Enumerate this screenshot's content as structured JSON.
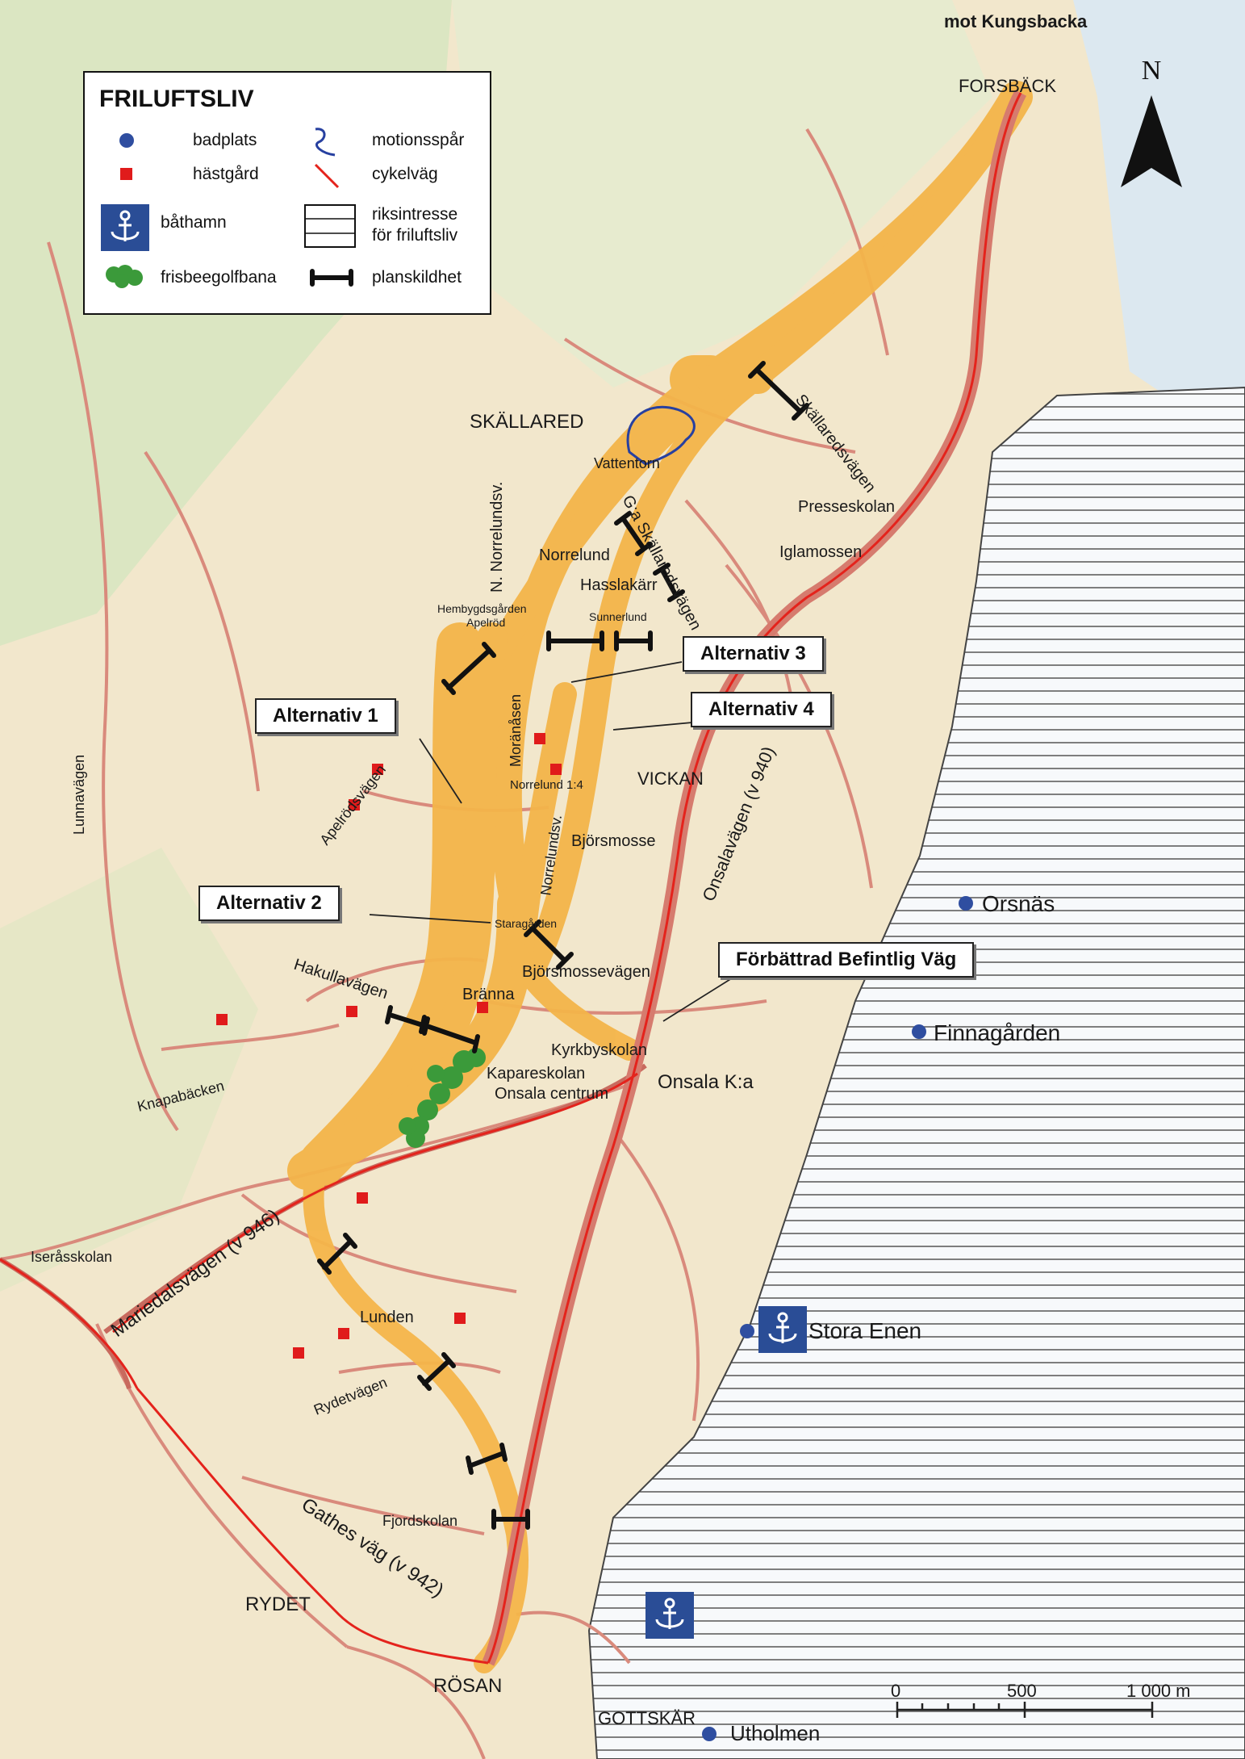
{
  "legend": {
    "title": "FRILUFTSLIV",
    "items": {
      "badplats": "badplats",
      "hastgard": "hästgård",
      "bathamn": "båthamn",
      "frisbee": "frisbeegolfbana",
      "motionsspar": "motionsspår",
      "cykelvag": "cykelväg",
      "riksintresse_1": "riksintresse",
      "riksintresse_2": "för friluftsliv",
      "planskildhet": "planskildhet"
    }
  },
  "north_label": "N",
  "callouts": {
    "alt1": "Alternativ 1",
    "alt2": "Alternativ 2",
    "alt3": "Alternativ 3",
    "alt4": "Alternativ 4",
    "forbattrad": "Förbättrad Befintlig Väg"
  },
  "places": {
    "mot_kungsbacka": "mot Kungsbacka",
    "forsback": "FORSBÄCK",
    "skallared": "SKÄLLARED",
    "vattentorn": "Vattentorn",
    "skalaredsvagen": "Skällaredsvägen",
    "presseskolan": "Presseskolan",
    "iglamossen": "Iglamossen",
    "norrelund": "Norrelund",
    "ga_skalaredsvagen": "G:a Skällaredsvägen",
    "hasslakarr": "Hasslakärr",
    "n_norrelundsv": "N. Norrelundsv.",
    "hembygdsgarden": "Hembygdsgården",
    "apelrod": "Apelröd",
    "sunnerlund": "Sunnerlund",
    "moranasen": "Moränåsen",
    "norrelund14": "Norrelund 1:4",
    "vickan": "VICKAN",
    "onsalavagen": "Onsalavägen (v 940)",
    "apelrodsvagen": "Apelrödsvägen",
    "lunnavagen": "Lunnavägen",
    "norrelundsv": "Norrelundsv.",
    "bjorsmosse": "Björsmosse",
    "orsnas": "Orsnäs",
    "staragarden": "Staragården",
    "bjorsmossevagen": "Björsmossevägen",
    "hakullavagen": "Hakullavägen",
    "branna": "Bränna",
    "finnagarden": "Finnagården",
    "kyrkbyskolan": "Kyrkbyskolan",
    "kapareskolan": "Kapareskolan",
    "onsala_centrum": "Onsala centrum",
    "onsala_ka": "Onsala K:a",
    "knapabacken": "Knapabäcken",
    "mariedalsvagen": "Mariedalsvägen (v 946)",
    "iserasskolan": "Iseråsskolan",
    "lunden": "Lunden",
    "stora_enen": "Stora Enen",
    "rydetvagen": "Rydetvägen",
    "fjordskolan": "Fjordskolan",
    "gathes_vag": "Gathes väg (v 942)",
    "rydet": "RYDET",
    "rosan": "RÖSAN",
    "gottskar": "GOTTSKÄR",
    "utholmen": "Utholmen"
  },
  "scale": {
    "t0": "0",
    "t500": "500",
    "t1000": "1 000 m"
  },
  "colors": {
    "land": "#f4ead2",
    "sea": "#dde8f0",
    "corridor": "#f4b54a",
    "road": "#d77d70",
    "bike": "#e4231c",
    "badplats": "#2f4ea0",
    "hastgard": "#e01b1b",
    "bathamn": "#2a4d96",
    "frisbee": "#3b9a3a",
    "motion": "#2740a0"
  }
}
